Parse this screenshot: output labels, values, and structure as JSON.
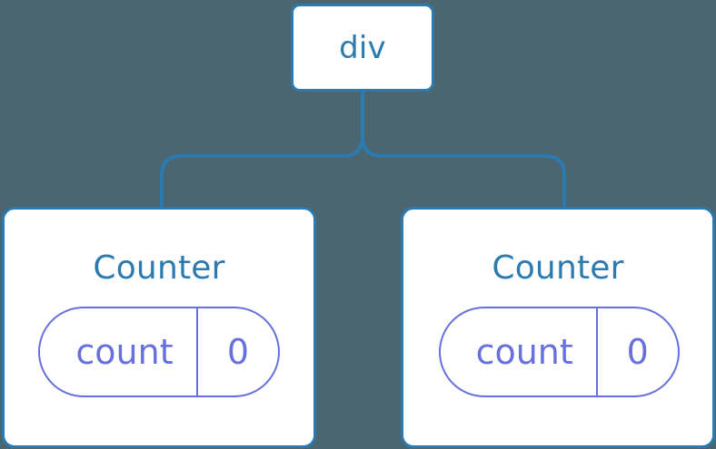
{
  "diagram": {
    "type": "component-tree",
    "background_color": "#4b6670",
    "node_border_color": "#2b7ab0",
    "node_text_color": "#2b7ab0",
    "state_pill_color": "#6770dd",
    "connector_color": "#2b7ab0",
    "root": {
      "label": "div"
    },
    "children": [
      {
        "label": "Counter",
        "state": {
          "key": "count",
          "value": "0"
        }
      },
      {
        "label": "Counter",
        "state": {
          "key": "count",
          "value": "0"
        }
      }
    ]
  }
}
